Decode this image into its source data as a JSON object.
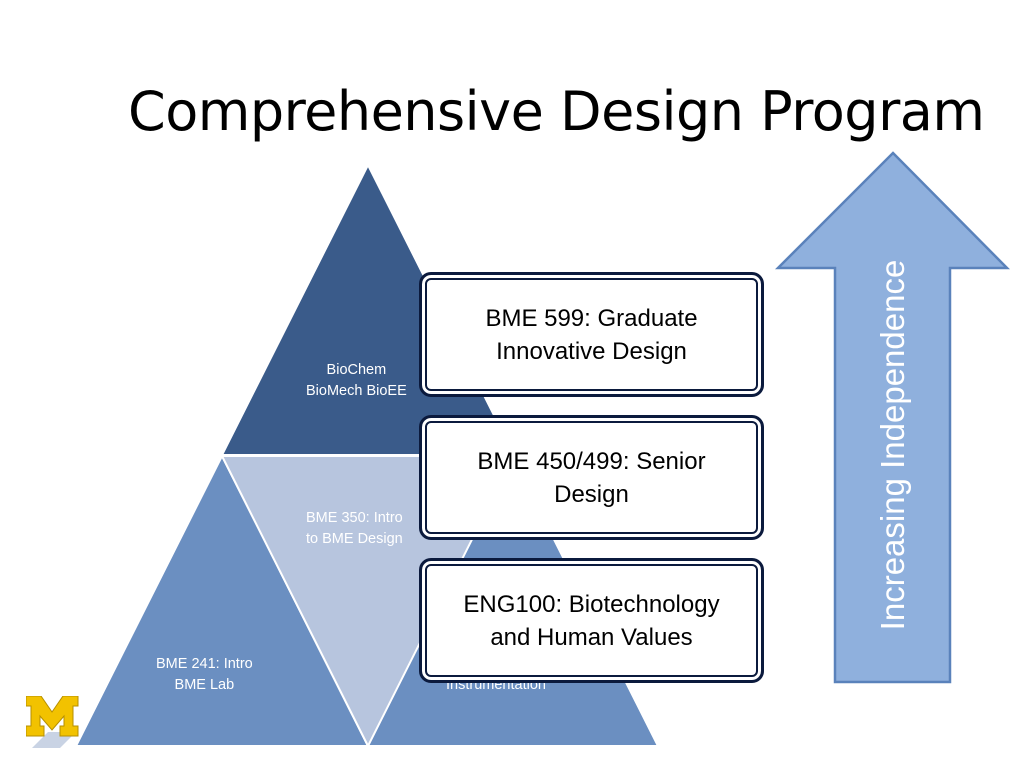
{
  "slide": {
    "title": "Comprehensive Design Program"
  },
  "pyramid": {
    "top": [
      "BioChem",
      "BioMech BioEE"
    ],
    "middle": [
      "BME 350: Intro",
      "to BME Design"
    ],
    "bottom_left": [
      "BME 241:  Intro",
      "BME Lab"
    ],
    "bottom_right": [
      "Instrumentation"
    ]
  },
  "courses": [
    {
      "lines": [
        "BME 599:  Graduate",
        "Innovative Design"
      ]
    },
    {
      "lines": [
        "BME 450/499:  Senior",
        "Design"
      ]
    },
    {
      "lines": [
        "ENG100: Biotechnology",
        "and Human Values"
      ]
    }
  ],
  "arrow": {
    "label": "Increasing Independence"
  },
  "logo": {
    "letter": "M"
  },
  "colors": {
    "top_triangle": "#3a5b8a",
    "bottom_triangles": "#6b8fc1",
    "middle_triangle": "#b7c5de",
    "arrow_fill": "#8fb0dd",
    "arrow_border": "#5a82bb",
    "box_border": "#0b1a3d",
    "logo_gold": "#f2c200"
  }
}
